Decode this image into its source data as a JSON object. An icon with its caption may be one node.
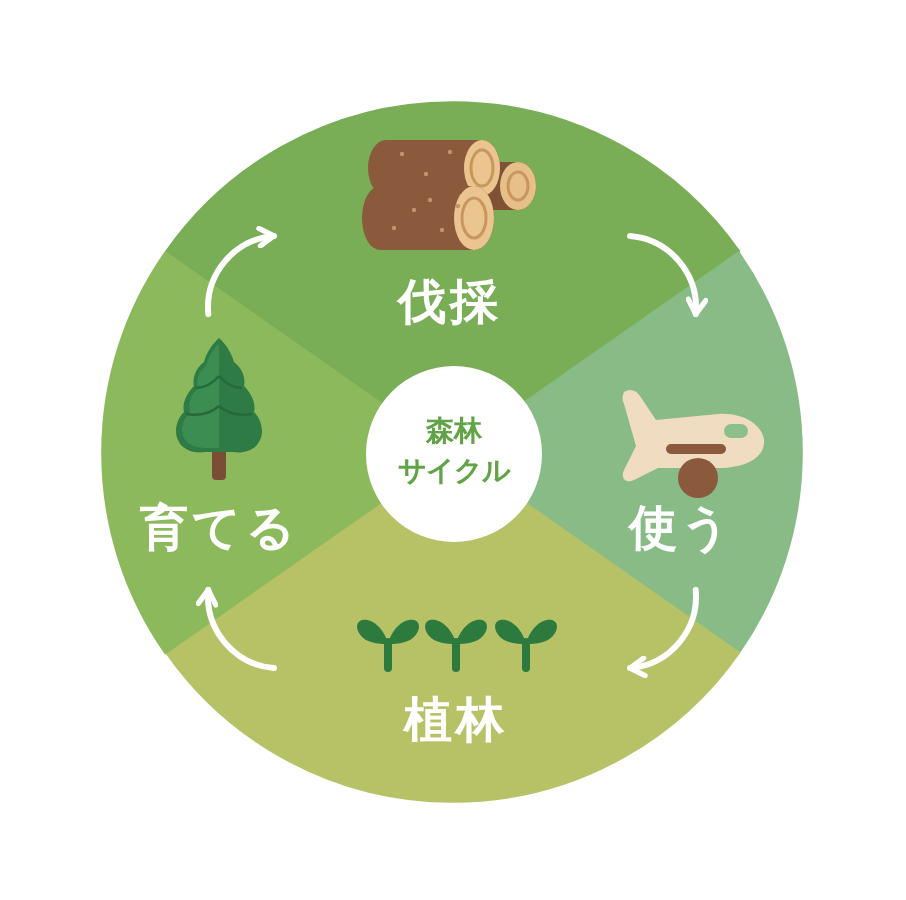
{
  "diagram": {
    "nodes": [
      {
        "text": [
          "森林サイクル"
        ]
      },
      {
        "text": [
          "伐採"
        ]
      },
      {
        "text": [
          "使う"
        ]
      },
      {
        "text": [
          "植林"
        ]
      },
      {
        "text": [
          "育てる"
        ]
      }
    ],
    "edges": [
      {
        "from": 4,
        "to": 1,
        "arrow": "to"
      },
      {
        "from": 1,
        "to": 2,
        "arrow": "to"
      },
      {
        "from": 2,
        "to": 3,
        "arrow": "to"
      },
      {
        "from": 3,
        "to": 4,
        "arrow": "to"
      }
    ]
  }
}
